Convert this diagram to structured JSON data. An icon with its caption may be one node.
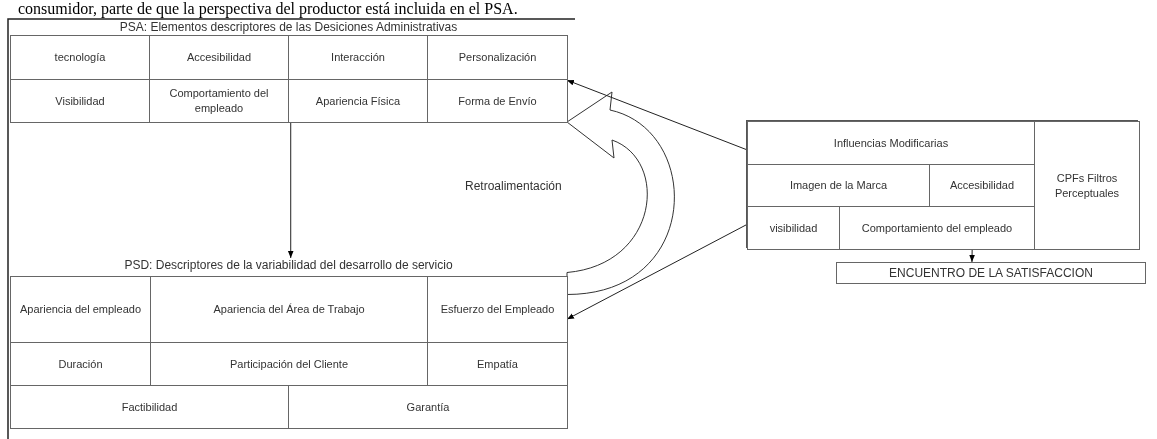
{
  "diagram": {
    "nodes": [
      {
        "text": [
          "PSA: Elementos descriptores de las Desiciones Administrativas"
        ]
      },
      {
        "text": [
          "tecnología"
        ],
        "in": 0
      },
      {
        "text": [
          "Accesibilidad"
        ],
        "in": 0
      },
      {
        "text": [
          "Interacción"
        ],
        "in": 0
      },
      {
        "text": [
          "Personalización"
        ],
        "in": 0
      },
      {
        "text": [
          "Visibilidad"
        ],
        "in": 0
      },
      {
        "text": [
          "Comportamiento del empleado"
        ],
        "in": 0
      },
      {
        "text": [
          "Apariencia Física"
        ],
        "in": 0
      },
      {
        "text": [
          "Forma de Envío"
        ],
        "in": 0
      },
      {
        "text": [
          "PSD: Descriptores de la variabilidad del desarrollo de servicio"
        ]
      },
      {
        "text": [
          "Apariencia del empleado"
        ],
        "in": 9
      },
      {
        "text": [
          "Apariencia del Área de Trabajo"
        ],
        "in": 9
      },
      {
        "text": [
          "Esfuerzo del Empleado"
        ],
        "in": 9
      },
      {
        "text": [
          "Duración"
        ],
        "in": 9
      },
      {
        "text": [
          "Participación del Cliente"
        ],
        "in": 9
      },
      {
        "text": [
          "Empatía"
        ],
        "in": 9
      },
      {
        "text": [
          "Factibilidad"
        ],
        "in": 9
      },
      {
        "text": [
          "Garantía"
        ],
        "in": 9
      },
      {
        "text": [],
        "shape": "box"
      },
      {
        "text": [
          "Influencias Modificarias"
        ],
        "in": 18
      },
      {
        "text": [
          "CPFs Filtros Perceptuales"
        ],
        "in": 18
      },
      {
        "text": [
          "Imagen de la Marca"
        ],
        "in": 18
      },
      {
        "text": [
          "Accesibilidad"
        ],
        "in": 18
      },
      {
        "text": [
          "visibilidad"
        ],
        "in": 18
      },
      {
        "text": [
          "Comportamiento del empleado"
        ],
        "in": 18
      },
      {
        "text": [
          "ENCUENTRO DE LA SATISFACCION"
        ]
      }
    ],
    "edges": [
      {
        "from": 0,
        "to": 9,
        "arrow": "to"
      },
      {
        "from": 9,
        "to": 0,
        "arrow": "to",
        "label": "Retroalimentación",
        "style": "thick"
      },
      {
        "from": 18,
        "to": 0,
        "arrow": "to"
      },
      {
        "from": 18,
        "to": 9,
        "arrow": "to"
      },
      {
        "from": 18,
        "to": 25,
        "arrow": "to"
      }
    ],
    "labels": [
      "consumidor, parte de que la perspectiva del productor está incluida en el PSA."
    ]
  }
}
